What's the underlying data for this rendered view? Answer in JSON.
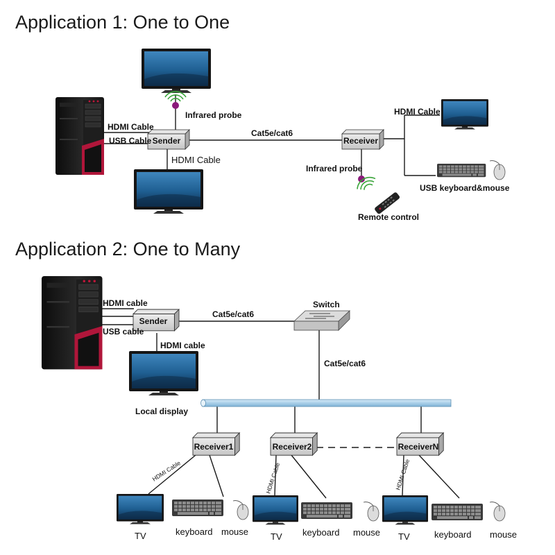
{
  "app1": {
    "title": "Application 1: One to One",
    "labels": {
      "hdmi_cable_1": "HDMI Cable",
      "usb_cable_1": "USB Cable",
      "infrared_probe_1": "Infrared probe",
      "hdmi_cable_down": "HDMI Cable",
      "cat_link": "Cat5e/cat6",
      "hdmi_cable_rx": "HDMI Cable",
      "infrared_probe_rx": "Infrared probe",
      "usb_km": "USB keyboard&mouse",
      "remote_control": "Remote control"
    },
    "sender": "Sender",
    "receiver": "Receiver"
  },
  "app2": {
    "title": "Application 2: One to Many",
    "labels": {
      "hdmi_cable_in": "HDMI cable",
      "usb_cable_in": "USB cable",
      "cat_link": "Cat5e/cat6",
      "switch": "Switch",
      "hdmi_cable_local": "HDMI cable",
      "cat_down": "Cat5e/cat6",
      "local_display": "Local display"
    },
    "sender": "Sender",
    "receivers": [
      {
        "name": "Receiver1",
        "hdmi": "HDMI Cable",
        "tv": "TV",
        "keyboard": "keyboard",
        "mouse": "mouse"
      },
      {
        "name": "Receiver2",
        "hdmi": "HDMI Cable",
        "tv": "TV",
        "keyboard": "keyboard",
        "mouse": "mouse"
      },
      {
        "name": "ReceiverN",
        "hdmi": "HDMI Cable",
        "tv": "TV",
        "keyboard": "keyboard",
        "mouse": "mouse"
      }
    ]
  },
  "colors": {
    "line": "#1a1a1a",
    "box_fill": "#d9d9d9",
    "bus": "#a9cfe8",
    "pc_body": "#1b1b1b",
    "pc_accent": "#b0163a",
    "probe": "#8a1a7a",
    "screen": "#2c6fa3"
  }
}
